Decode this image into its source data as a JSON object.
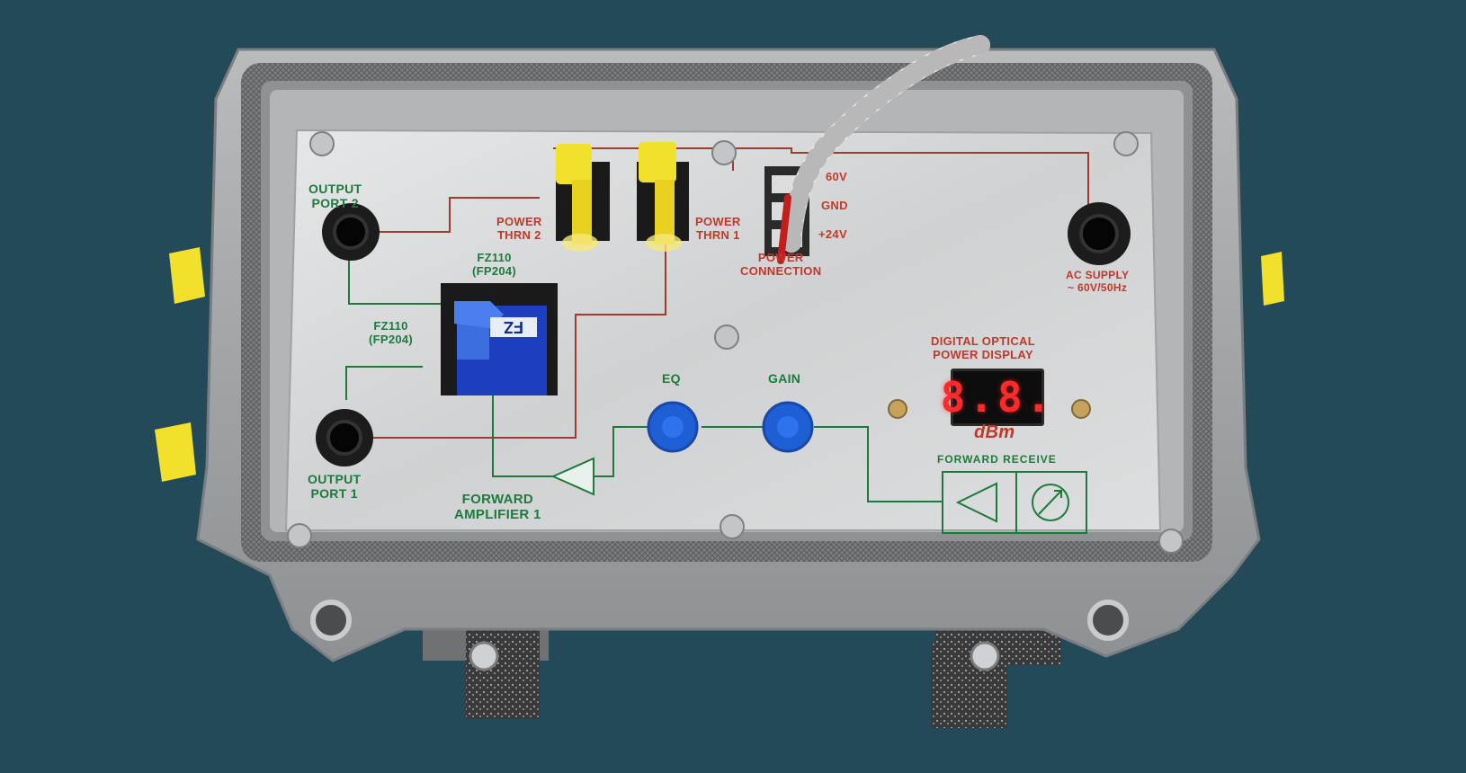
{
  "labels": {
    "output_port_2": [
      "OUTPUT",
      "PORT 2"
    ],
    "output_port_1": [
      "OUTPUT",
      "PORT 1"
    ],
    "fz110_top": [
      "FZ110",
      "(FP204)"
    ],
    "fz110_left": [
      "FZ110",
      "(FP204)"
    ],
    "power_thrn_2": [
      "POWER",
      "THRN 2"
    ],
    "power_thrn_1": [
      "POWER",
      "THRN 1"
    ],
    "v60": "60V",
    "gnd": "GND",
    "v24": "+24V",
    "power_connection": [
      "POWER",
      "CONNECTION"
    ],
    "ac_supply": [
      "AC SUPPLY",
      "~ 60V/50Hz"
    ],
    "digital_display": [
      "DIGITAL OPTICAL",
      "POWER DISPLAY"
    ],
    "dbm": "dBm",
    "eq": "EQ",
    "gain": "GAIN",
    "forward_amplifier": [
      "FORWARD",
      "AMPLIFIER 1"
    ],
    "forward_receive": "FORWARD RECEIVE",
    "module_tag": "FZ"
  },
  "display": {
    "reading": "8.8."
  },
  "colors": {
    "background": "#244a5a",
    "housing": "#a6a8aa",
    "panel": "#d9dbdc",
    "trace_green": "#1d7a3c",
    "trace_red": "#a33a2a",
    "knob_blue": "#1f5fd6",
    "connector_yellow": "#f2e02a",
    "module_blue": "#1d3fbf"
  }
}
